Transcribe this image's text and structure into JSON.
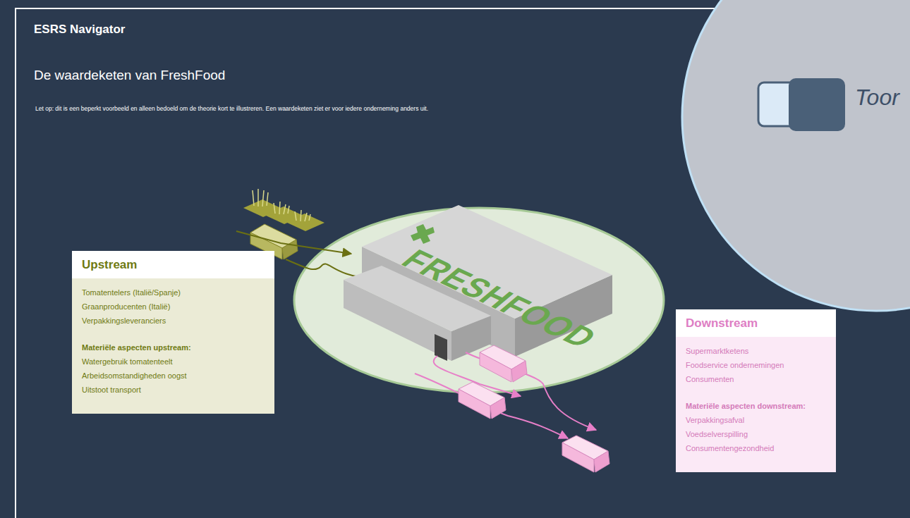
{
  "diagram": {
    "title": "De waardeketen van FreshFood",
    "nodes": [
      {
        "text": [
          "Upstream",
          "Tomatentelers (Italië/Spanje)",
          "Graanproducenten (Italië)",
          "Verpakkingsleveranciers",
          "Materiële aspecten upstream:",
          "Watergebruik tomatenteelt",
          "Arbeidsomstandigheden oogst",
          "Uitstoot transport"
        ]
      },
      {
        "text": [
          "Downstream",
          "Supermarktketens",
          "Foodservice ondernemingen",
          "Consumenten",
          "Materiële aspecten downstream:",
          "Verpakkingsafval",
          "Voedselverspilling",
          "Consumentengezondheid"
        ]
      }
    ],
    "labels": [
      "ESRS Navigator",
      "Let op: dit is een beperkt voorbeeld en alleen bedoeld om de theorie kort te illustreren. Een waardeketen ziet er voor iedere onderneming anders uit.",
      "FRESHFOOD",
      "Toor"
    ]
  }
}
